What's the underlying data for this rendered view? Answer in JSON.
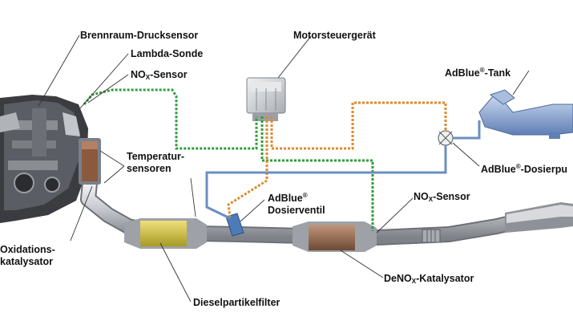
{
  "labels": {
    "brennraum": "Brennraum-Drucksensor",
    "lambda": "Lambda-Sonde",
    "nox_top_a": "NO",
    "nox_top_sub": "X",
    "nox_top_b": "-Sensor",
    "motorsteuer": "Motorsteuergerät",
    "adblue_tank_a": "AdBlue",
    "adblue_tank_sup": "®",
    "adblue_tank_b": "-Tank",
    "temperatur_line1": "Temperatur-",
    "temperatur_line2": "sensoren",
    "adblue_ventil_a": "AdBlue",
    "adblue_ventil_sup": "®",
    "adblue_ventil_line2": "Dosierventil",
    "nox_right_a": "NO",
    "nox_right_sub": "X",
    "nox_right_b": "-Sensor",
    "adblue_pumpe_a": "AdBlue",
    "adblue_pumpe_sup": "®",
    "adblue_pumpe_b": "-Dosierpu",
    "oxidation_line1": "Oxidations-",
    "oxidation_line2": "katalysator",
    "denox_a": "DeNO",
    "denox_sub": "X",
    "denox_b": "-Katalysator",
    "dpf": "Dieselpartikelfilter"
  },
  "colors": {
    "green_line": "#2e9d3a",
    "orange_line": "#e08a2c",
    "blue_line": "#6b8fbf",
    "pipe": "#c8cbd0",
    "dpf": "#d8c84a",
    "denox": "#9a6a4a",
    "tank": "#8fa8d0",
    "ecu": "#d5d8dc"
  }
}
